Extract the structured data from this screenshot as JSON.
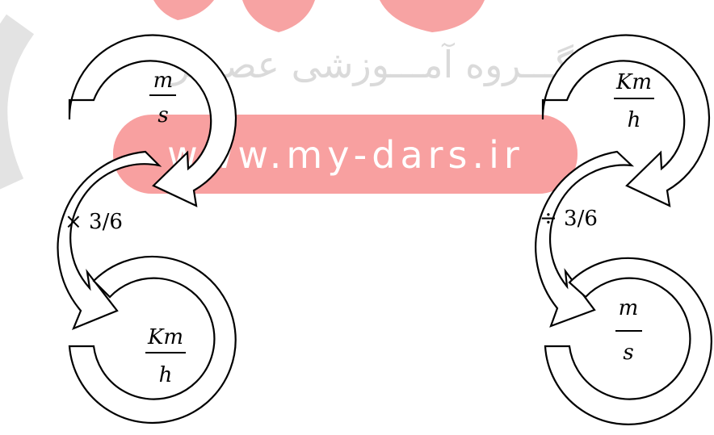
{
  "watermark": {
    "brand": "گـــروه آمـــوزشی عصـــر",
    "url": "www.my-dars.ir"
  },
  "left": {
    "top_unit": {
      "numerator": "m",
      "denominator": "s"
    },
    "factor": "× 3/6",
    "bottom_unit": {
      "numerator": "Km",
      "denominator": "h"
    }
  },
  "right": {
    "top_unit": {
      "numerator": "Km",
      "denominator": "h"
    },
    "factor": "÷ 3/6",
    "bottom_unit": {
      "numerator": "m",
      "denominator": "s"
    }
  },
  "colors": {
    "watermark_band": "#f8a0a0",
    "arrow_stroke": "#000000",
    "arrow_fill": "#ffffff"
  }
}
